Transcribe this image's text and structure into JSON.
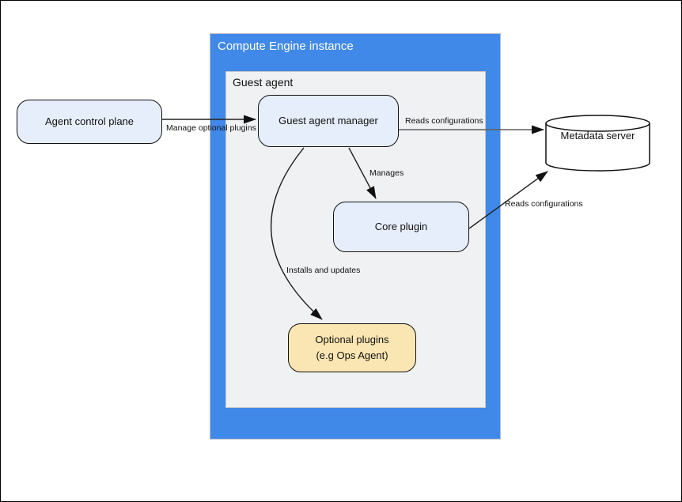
{
  "diagram": {
    "outer_container": {
      "title": "Compute Engine instance"
    },
    "inner_container": {
      "title": "Guest agent"
    },
    "nodes": {
      "agent_control_plane": {
        "label": "Agent control plane",
        "shape": "rounded-rect"
      },
      "guest_agent_manager": {
        "label": "Guest agent manager",
        "shape": "rounded-rect"
      },
      "core_plugin": {
        "label": "Core plugin",
        "shape": "rounded-rect"
      },
      "optional_plugins": {
        "label_line1": "Optional plugins",
        "label_line2": "(e.g  Ops Agent)",
        "shape": "rounded-rect"
      },
      "metadata_server": {
        "label": "Metadata server",
        "shape": "cylinder"
      }
    },
    "edges": {
      "manage_optional_plugins": {
        "label": "Manage optional plugins",
        "from": "agent_control_plane",
        "to": "guest_agent_manager"
      },
      "reads_configurations_manager": {
        "label": "Reads configurations",
        "from": "guest_agent_manager",
        "to": "metadata_server"
      },
      "manages": {
        "label": "Manages",
        "from": "guest_agent_manager",
        "to": "core_plugin"
      },
      "reads_configurations_core": {
        "label": "Reads configurations",
        "from": "core_plugin",
        "to": "metadata_server"
      },
      "installs_and_updates": {
        "label": "Installs and updates",
        "from": "guest_agent_manager",
        "to": "optional_plugins"
      }
    },
    "colors": {
      "container_blue": "#4189E8",
      "panel_gray": "#F0F1F2",
      "node_blue": "#E7EEFB",
      "node_yellow": "#FAE6B2",
      "node_border": "#111111",
      "edge_stroke": "#222222",
      "title_on_blue": "#FFFFFF",
      "background": "#FFFFFF"
    }
  }
}
